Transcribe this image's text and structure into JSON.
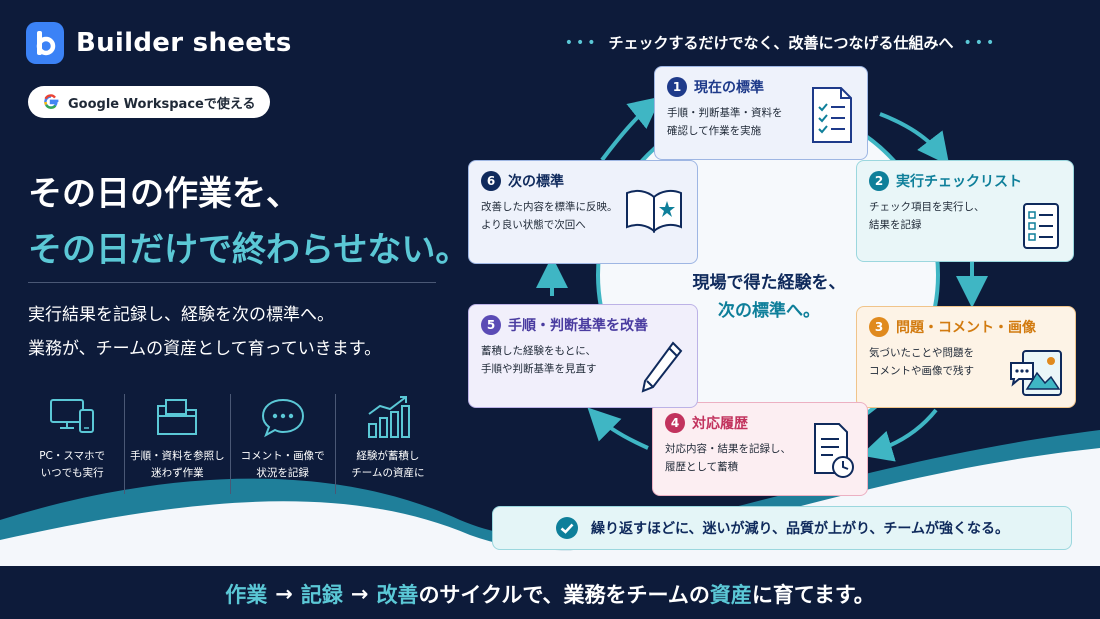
{
  "brand": {
    "name": "Builder sheets"
  },
  "badge": {
    "label": "Google Workspaceで使える"
  },
  "headline": {
    "line1": "その日の作業を、",
    "line2": "その日だけで終わらせない。"
  },
  "body": {
    "line1": "実行結果を記録し、経験を次の標準へ。",
    "line2": "業務が、チームの資産として育っていきます。"
  },
  "features": [
    {
      "icon": "devices-icon",
      "line1": "PC・スマホで",
      "line2": "いつでも実行"
    },
    {
      "icon": "folder-icon",
      "line1": "手順・資料を参照し",
      "line2": "迷わず作業"
    },
    {
      "icon": "chat-icon",
      "line1": "コメント・画像で",
      "line2": "状況を記録"
    },
    {
      "icon": "growth-chart-icon",
      "line1": "経験が蓄積し",
      "line2": "チームの資産に"
    }
  ],
  "tagline": "チェックするだけでなく、改善につなげる仕組みへ",
  "cycle": {
    "center_line1": "現場で得た経験を、",
    "center_line2": "次の標準へ。",
    "steps": [
      {
        "num": "1",
        "title": "現在の標準",
        "desc1": "手順・判断基準・資料を",
        "desc2": "確認して作業を実施",
        "icon": "document-checklist-icon",
        "color": "#1e3a8a"
      },
      {
        "num": "2",
        "title": "実行チェックリスト",
        "desc1": "チェック項目を実行し、",
        "desc2": "結果を記録",
        "icon": "checklist-icon",
        "color": "#0e7f9a"
      },
      {
        "num": "3",
        "title": "問題・コメント・画像",
        "desc1": "気づいたことや問題を",
        "desc2": "コメントや画像で残す",
        "icon": "comment-image-icon",
        "color": "#e08a1e"
      },
      {
        "num": "4",
        "title": "対応履歴",
        "desc1": "対応内容・結果を記録し、",
        "desc2": "履歴として蓄積",
        "icon": "history-document-icon",
        "color": "#c2335e"
      },
      {
        "num": "5",
        "title": "手順・判断基準を改善",
        "desc1": "蓄積した経験をもとに、",
        "desc2": "手順や判断基準を見直す",
        "icon": "pencil-icon",
        "color": "#5b4bb5"
      },
      {
        "num": "6",
        "title": "次の標準",
        "desc1": "改善した内容を標準に反映。",
        "desc2": "より良い状態で次回へ",
        "icon": "book-star-icon",
        "color": "#0f2a5c"
      }
    ]
  },
  "banner": "繰り返すほどに、迷いが減り、品質が上がり、チームが強くなる。",
  "bottom": {
    "w1": "作業",
    "arrow1": "→",
    "w2": "記録",
    "arrow2": "→",
    "w3": "改善",
    "rest1": "のサイクルで、業務をチームの",
    "w4": "資産",
    "rest2": "に育てます。"
  },
  "colors": {
    "background": "#0d1b3a",
    "accent": "#5bc8d6",
    "white": "#ffffff"
  }
}
